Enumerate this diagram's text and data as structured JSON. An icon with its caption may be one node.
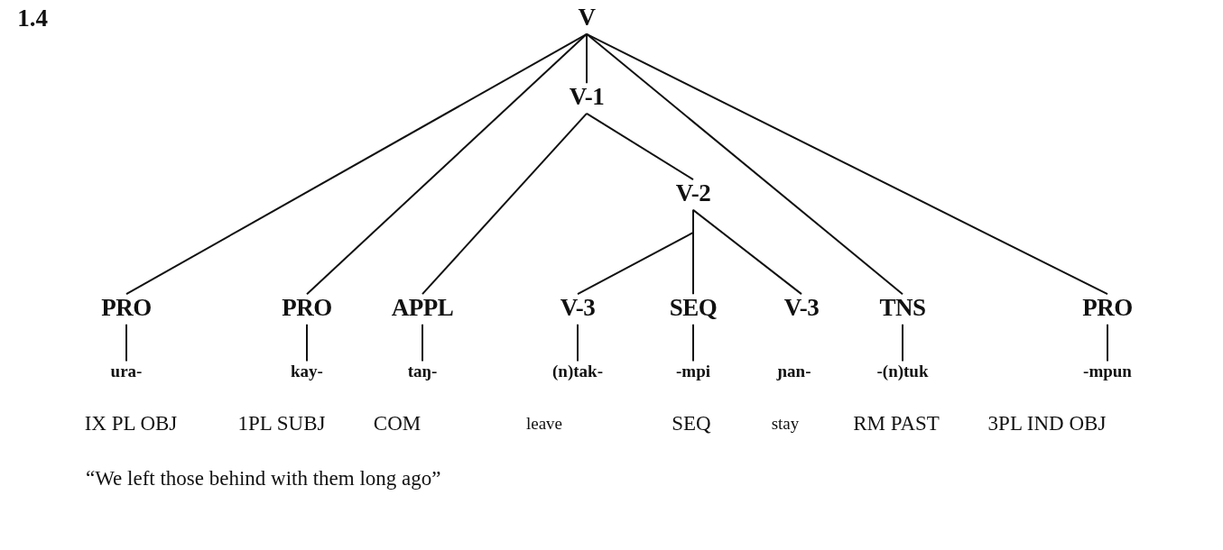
{
  "diagram": {
    "caption": "“We left those behind with them long ago”",
    "nodes": [
      {
        "text": [
          "V"
        ]
      },
      {
        "text": [
          "V-1"
        ]
      },
      {
        "text": [
          "V-2"
        ]
      },
      {
        "text": [
          "PRO"
        ]
      },
      {
        "text": [
          "PRO"
        ]
      },
      {
        "text": [
          "APPL"
        ]
      },
      {
        "text": [
          "V-3"
        ]
      },
      {
        "text": [
          "SEQ"
        ]
      },
      {
        "text": [
          "V-3"
        ]
      },
      {
        "text": [
          "TNS"
        ]
      },
      {
        "text": [
          "PRO"
        ]
      },
      {
        "text": [
          "ura-"
        ]
      },
      {
        "text": [
          "kay-"
        ]
      },
      {
        "text": [
          "taŋ-"
        ]
      },
      {
        "text": [
          "(n)tak-"
        ]
      },
      {
        "text": [
          "-mpi"
        ]
      },
      {
        "text": [
          "ɲan-"
        ]
      },
      {
        "text": [
          "-(n)tuk"
        ]
      },
      {
        "text": [
          "-mpun"
        ]
      }
    ],
    "edges": [
      {
        "from": 0,
        "to": 3,
        "arrow": "none"
      },
      {
        "from": 0,
        "to": 4,
        "arrow": "none"
      },
      {
        "from": 0,
        "to": 1,
        "arrow": "none"
      },
      {
        "from": 0,
        "to": 9,
        "arrow": "none"
      },
      {
        "from": 0,
        "to": 10,
        "arrow": "none"
      },
      {
        "from": 1,
        "to": 5,
        "arrow": "none"
      },
      {
        "from": 1,
        "to": 2,
        "arrow": "none"
      },
      {
        "from": 2,
        "to": 6,
        "arrow": "none"
      },
      {
        "from": 2,
        "to": 7,
        "arrow": "none"
      },
      {
        "from": 2,
        "to": 8,
        "arrow": "none"
      },
      {
        "from": 3,
        "to": 11,
        "arrow": "none"
      },
      {
        "from": 4,
        "to": 12,
        "arrow": "none"
      },
      {
        "from": 5,
        "to": 13,
        "arrow": "none"
      },
      {
        "from": 6,
        "to": 14,
        "arrow": "none"
      },
      {
        "from": 7,
        "to": 15,
        "arrow": "none"
      },
      {
        "from": 9,
        "to": 17,
        "arrow": "none"
      },
      {
        "from": 10,
        "to": 18,
        "arrow": "none"
      }
    ],
    "labels": [
      "1.4",
      "IX PL OBJ",
      "1PL SUBJ",
      "COM",
      "leave",
      "SEQ",
      "stay",
      "RM PAST",
      "3PL IND OBJ"
    ]
  }
}
